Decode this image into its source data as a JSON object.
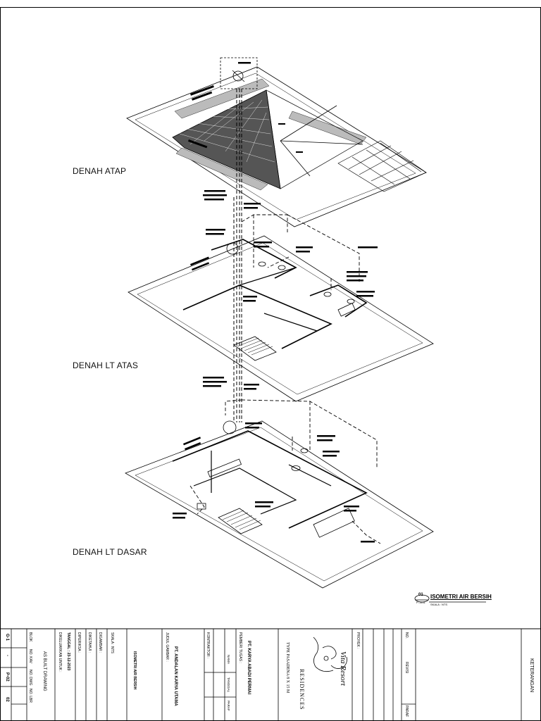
{
  "floors": {
    "roof": "DENAH ATAP",
    "upper": "DENAH LT ATAS",
    "ground": "DENAH LT DASAR"
  },
  "callout": {
    "number": "01",
    "title": "ISOMETRI AIR BERSIH",
    "ref": "P-1441",
    "scale": "SKALA : NTS"
  },
  "title_block": {
    "keterangan": "KETERANGAN",
    "revisi": "REVISI",
    "no": "NO.",
    "paraf": "PARAF",
    "proyek": "PROYEK :",
    "logo_script": "Vita Resort",
    "residences": "RESIDENCES",
    "type": "TYPE PASADENA 8 X 15 M",
    "pemberi_tugas_label": "PEMBERI TUGAS :",
    "pemberi_tugas": "PT. KARYA ABADI PERMAI",
    "kontraktor_label": "KONTRAKTOR :",
    "kontraktor": "PT. ANDALAN KARYA UTAMA",
    "nama": "NAMA",
    "tanggal": "TANGGAL",
    "judul_label": "JUDUL GAMBAR :",
    "judul": "ISOMETRI AIR BERSIH",
    "skala": "SKALA : NTS",
    "digambar": "DIGAMBAR :",
    "diketahui": "DIKETAHUI :",
    "diperiksa": "DIPERIKSA :",
    "tanggal_val": "TANGGAL : 23-12-2023",
    "dikeluarkan": "DIKELUARKAN UNTUK :",
    "as_built": "AS BUILT DRAWING",
    "blok_head": "BLOK",
    "kav_head": "NO. KAV",
    "dwg_head": "NO. DWG",
    "lbr_head": "NO. LBR",
    "blok": "G-1",
    "kav": "-",
    "dwg": "P-02",
    "lbr": "02"
  }
}
